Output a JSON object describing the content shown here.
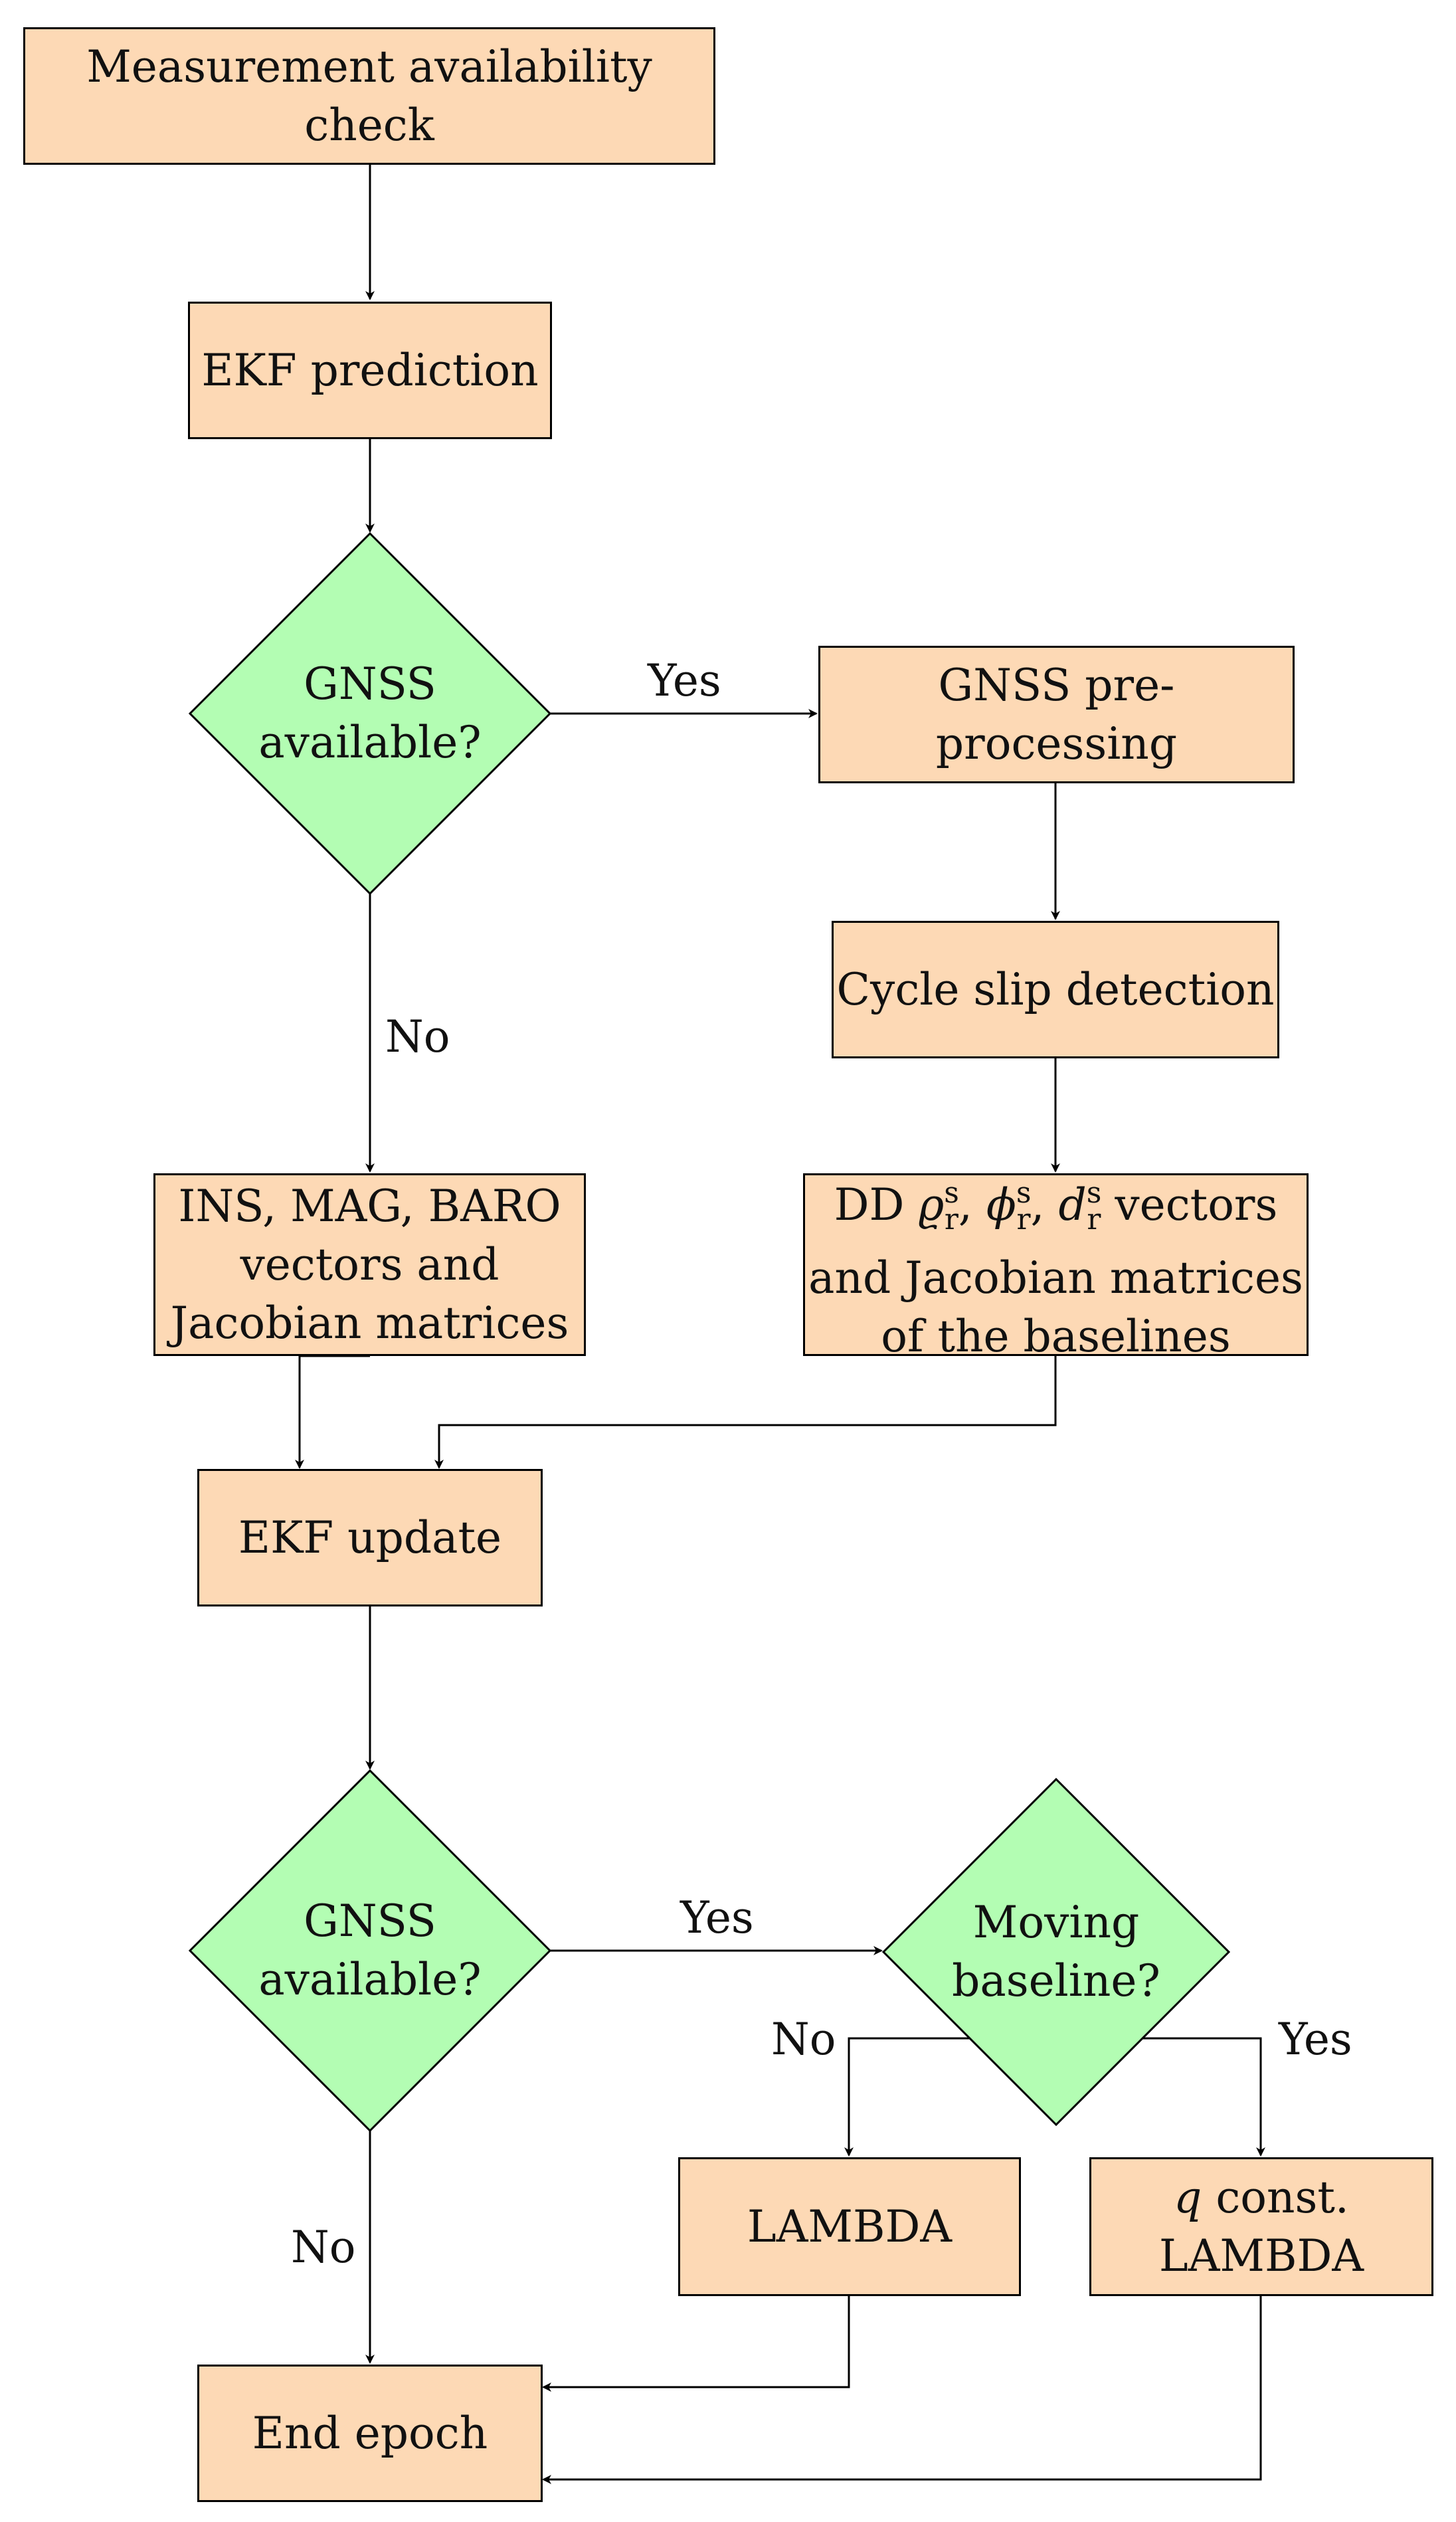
{
  "nodes": {
    "availability": {
      "label": "Measurement availability check"
    },
    "ekf_prediction": {
      "label": "EKF prediction"
    },
    "gnss_available_1": {
      "line1": "GNSS",
      "line2": "available?"
    },
    "gnss_preprocessing": {
      "label": "GNSS pre-processing"
    },
    "cycle_slip": {
      "label": "Cycle slip detection"
    },
    "ins_mag_baro": {
      "line1": "INS, MAG, BARO",
      "line2": "vectors and",
      "line3": "Jacobian matrices"
    },
    "dd_vectors": {
      "prefix": "DD",
      "sym1": "ϱ",
      "sym2": "ϕ",
      "sym3": "d",
      "sup": "s",
      "sub": "r",
      "suffix": "vectors",
      "line2": "and Jacobian matrices",
      "line3": "of the baselines"
    },
    "ekf_update": {
      "label": "EKF update"
    },
    "gnss_available_2": {
      "line1": "GNSS",
      "line2": "available?"
    },
    "moving_baseline": {
      "line1": "Moving",
      "line2": "baseline?"
    },
    "lambda": {
      "label": "LAMBDA"
    },
    "q_const_lambda": {
      "var": "q",
      "line1_rest": "const.",
      "line2": "LAMBDA"
    },
    "end_epoch": {
      "label": "End epoch"
    }
  },
  "edge_labels": {
    "yes_1": "Yes",
    "no_1": "No",
    "yes_2": "Yes",
    "no_2": "No",
    "no_3": "No",
    "yes_3": "Yes"
  },
  "colors": {
    "process_fill": "#fdd9b5",
    "decision_fill": "#b3fdb3",
    "stroke": "#000000"
  }
}
